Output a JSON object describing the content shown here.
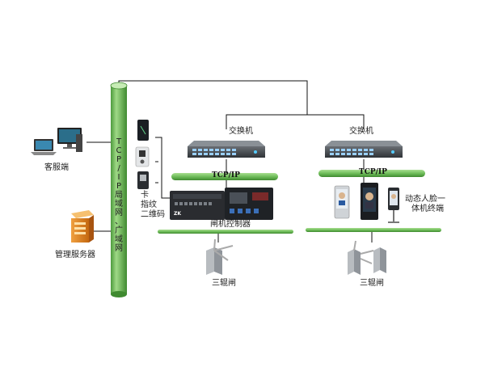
{
  "backbone": {
    "label_chars": [
      "T",
      "C",
      "P",
      "/",
      "I",
      "P",
      "局",
      "域",
      "网",
      "、",
      "广",
      "域",
      "网"
    ],
    "color": "#6fbd5a"
  },
  "client": {
    "label": "客服端"
  },
  "server": {
    "label": "管理服务器"
  },
  "switch_left": {
    "label": "交换机"
  },
  "switch_right": {
    "label": "交换机"
  },
  "bus_left": {
    "label": "TCP/IP"
  },
  "bus_right": {
    "label": "TCP/IP"
  },
  "readers": {
    "label_lines": [
      "卡",
      "指纹",
      "二维码"
    ]
  },
  "controller": {
    "label": "闸机控制器",
    "brand": "ZK"
  },
  "face_terminal": {
    "label_lines": [
      "动态人脸一",
      "体机终端"
    ]
  },
  "turnstile_left": {
    "label": "三辊闸"
  },
  "turnstile_right": {
    "label": "三辊闸"
  }
}
